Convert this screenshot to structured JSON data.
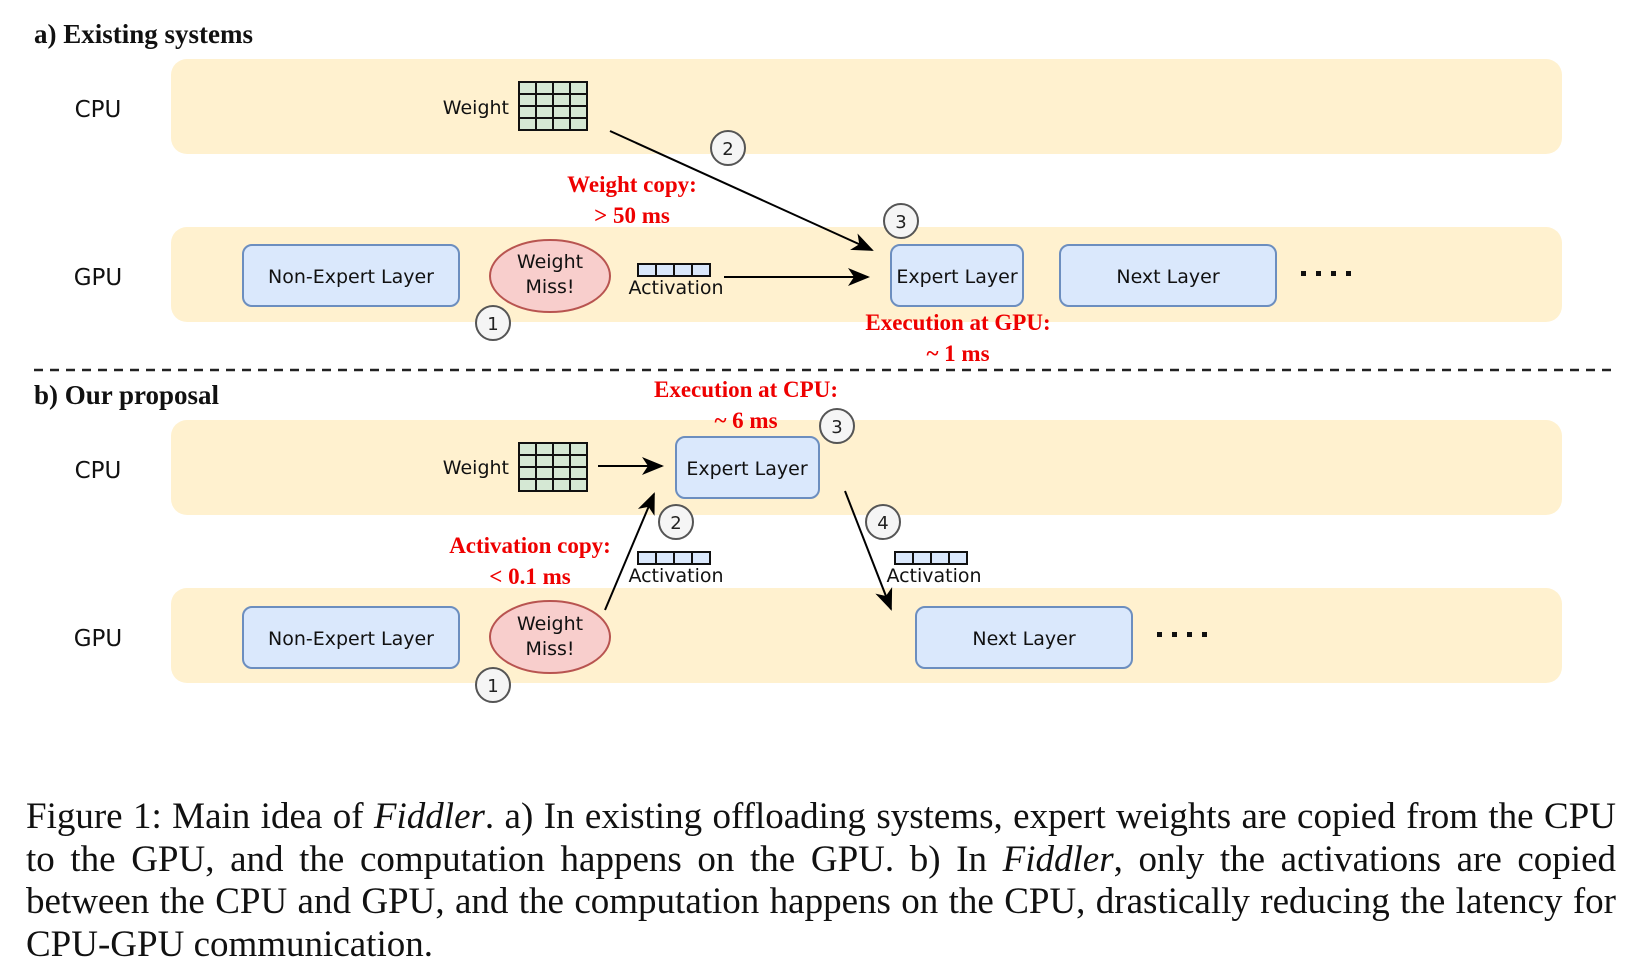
{
  "colors": {
    "lane_fill": "#fff1cf",
    "layer_fill": "#dae8fc",
    "layer_stroke": "#6c8ebf",
    "miss_fill": "#f8cecc",
    "miss_stroke": "#b85450",
    "weight_fill": "#d5e8d4",
    "annotation_red": "#ee0000",
    "step_fill": "#f5f5f5",
    "step_stroke": "#666666"
  },
  "section_a": {
    "title": "a) Existing systems",
    "cpu_label": "CPU",
    "gpu_label": "GPU",
    "weight_label": "Weight",
    "non_expert_layer": "Non-Expert Layer",
    "weight_miss_line1": "Weight",
    "weight_miss_line2": "Miss!",
    "activation_label": "Activation",
    "expert_layer": "Expert Layer",
    "next_layer": "Next Layer",
    "ellipsis": "....",
    "weight_copy_line1": "Weight copy:",
    "weight_copy_line2": "> 50 ms",
    "exec_gpu_line1": "Execution at GPU:",
    "exec_gpu_line2": "~ 1 ms",
    "steps": [
      "1",
      "2",
      "3"
    ]
  },
  "section_b": {
    "title": "b) Our proposal",
    "cpu_label": "CPU",
    "gpu_label": "GPU",
    "weight_label": "Weight",
    "expert_layer": "Expert Layer",
    "non_expert_layer": "Non-Expert Layer",
    "weight_miss_line1": "Weight",
    "weight_miss_line2": "Miss!",
    "activation_label_up": "Activation",
    "activation_label_down": "Activation",
    "next_layer": "Next Layer",
    "ellipsis": "....",
    "exec_cpu_line1": "Execution at CPU:",
    "exec_cpu_line2": "~ 6 ms",
    "act_copy_line1": "Activation copy:",
    "act_copy_line2": "< 0.1 ms",
    "steps": [
      "1",
      "2",
      "3",
      "4"
    ]
  },
  "caption": {
    "prefix": "Figure 1: Main idea of ",
    "name1": "Fiddler",
    "part2": ". a) In existing offloading systems, expert weights are copied from the CPU to the GPU, and the computation happens on the GPU. b) In ",
    "name2": "Fiddler",
    "part3": ", only the activations are copied between the CPU and GPU, and the computation happens on the CPU, drastically reducing the latency for CPU-GPU communication."
  }
}
